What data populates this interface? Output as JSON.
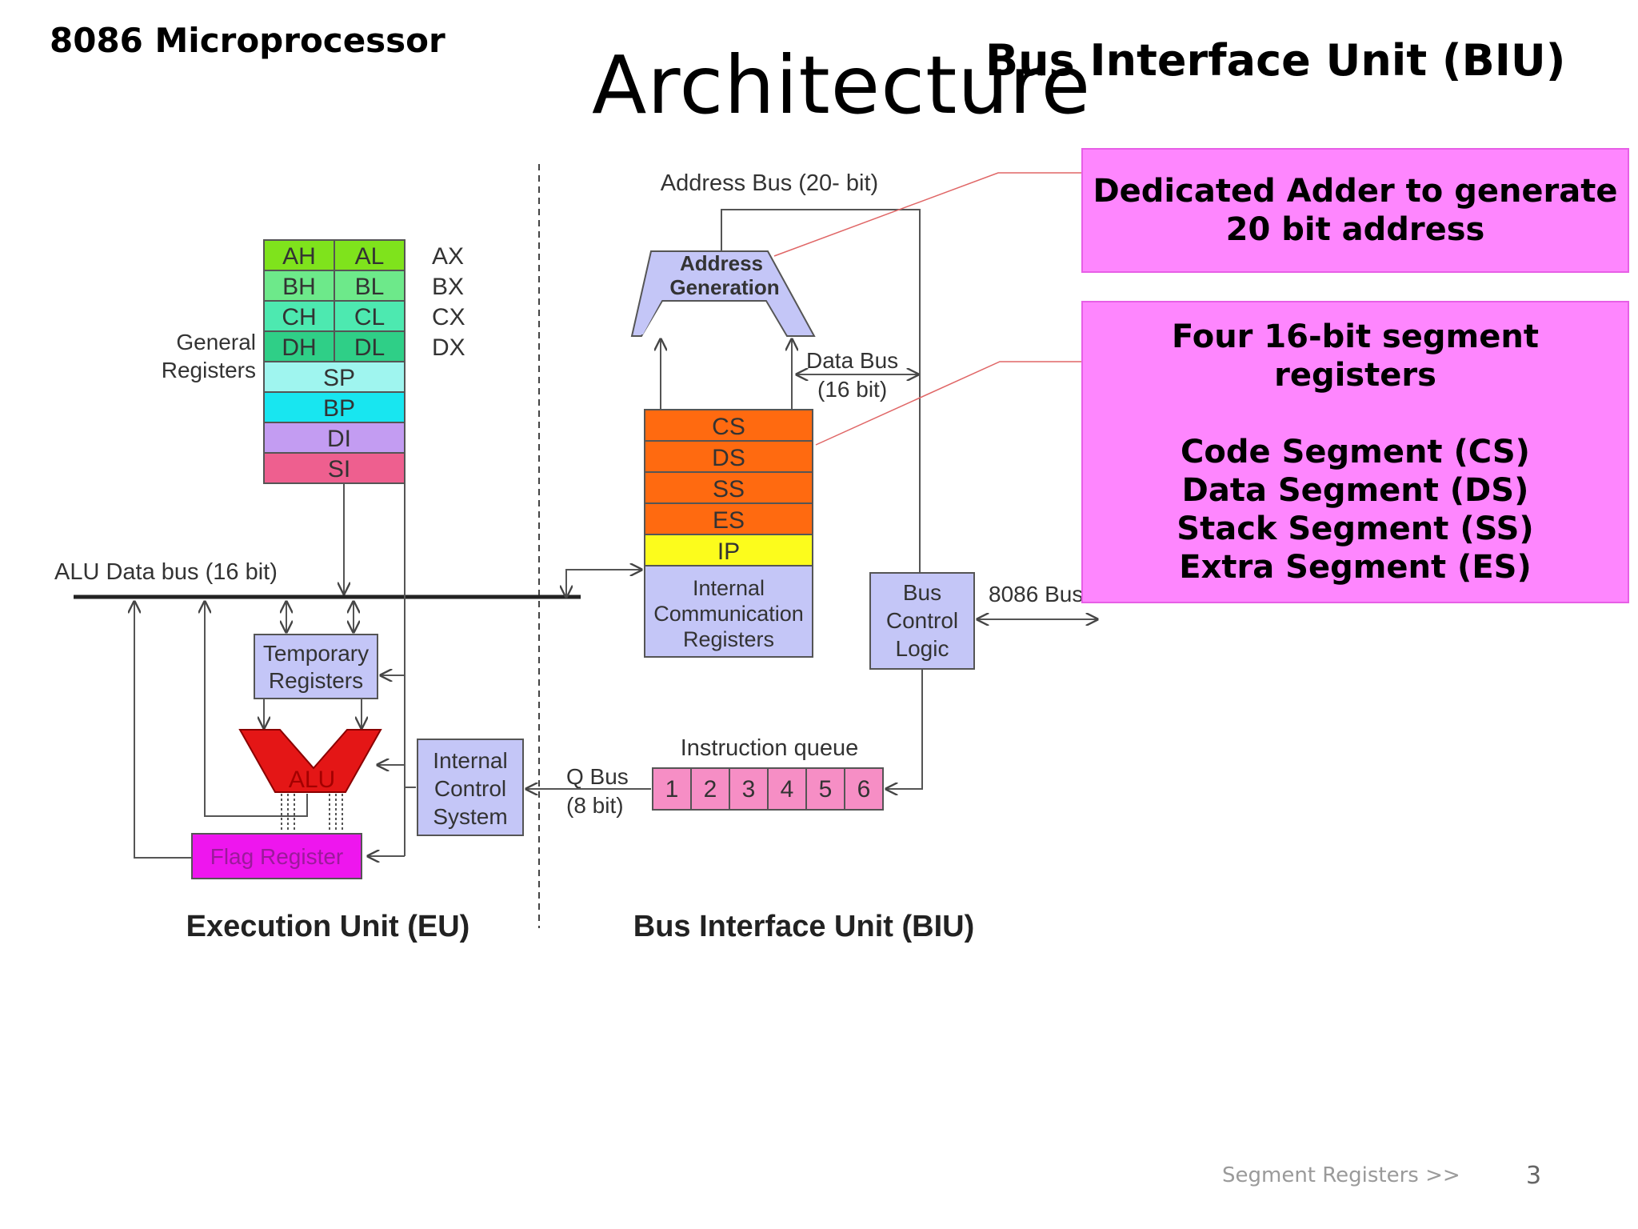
{
  "slide": {
    "topic": "8086 Microprocessor",
    "title": "Architecture",
    "subtitle": "Bus Interface Unit (BIU)",
    "footer_link": "Segment Registers >>",
    "page_number": "3"
  },
  "callouts": {
    "adder": {
      "lines": [
        "Dedicated Adder to generate",
        "20 bit address"
      ]
    },
    "segments": {
      "heading": [
        "Four 16-bit segment",
        "registers"
      ],
      "items": [
        "Code Segment (CS)",
        "Data Segment (DS)",
        "Stack Segment (SS)",
        "Extra Segment (ES)"
      ]
    }
  },
  "diagram": {
    "general_registers_label": [
      "General",
      "Registers"
    ],
    "register_pairs": [
      {
        "high": "AH",
        "low": "AL",
        "name": "AX",
        "color": "#7fe31c"
      },
      {
        "high": "BH",
        "low": "BL",
        "name": "BX",
        "color": "#6de98a"
      },
      {
        "high": "CH",
        "low": "CL",
        "name": "CX",
        "color": "#4de9b0"
      },
      {
        "high": "DH",
        "low": "DL",
        "name": "DX",
        "color": "#2fcf87"
      }
    ],
    "pointer_registers": [
      {
        "label": "SP",
        "color": "#9ff5ef"
      },
      {
        "label": "BP",
        "color": "#18e6f0"
      },
      {
        "label": "DI",
        "color": "#c39cf2"
      },
      {
        "label": "SI",
        "color": "#ee5f8f"
      }
    ],
    "alu_bus_label": "ALU Data bus (16 bit)",
    "temporary_registers": [
      "Temporary",
      "Registers"
    ],
    "alu_label": "ALU",
    "flag_register": "Flag Register",
    "internal_control": [
      "Internal",
      "Control",
      "System"
    ],
    "q_bus": [
      "Q Bus",
      "(8 bit)"
    ],
    "instruction_queue_label": "Instruction queue",
    "queue_cells": [
      "1",
      "2",
      "3",
      "4",
      "5",
      "6"
    ],
    "address_bus_label": "Address Bus (20- bit)",
    "address_generation": [
      "Address",
      "Generation"
    ],
    "data_bus": [
      "Data Bus",
      "(16 bit)"
    ],
    "segment_registers": [
      {
        "label": "CS",
        "color": "#ff6a10"
      },
      {
        "label": "DS",
        "color": "#ff6a10"
      },
      {
        "label": "SS",
        "color": "#ff6a10"
      },
      {
        "label": "ES",
        "color": "#ff6a10"
      },
      {
        "label": "IP",
        "color": "#fcfc1c"
      }
    ],
    "internal_comm": [
      "Internal",
      "Communication",
      "Registers"
    ],
    "bus_control": [
      "Bus",
      "Control",
      "Logic"
    ],
    "bus_8086": "8086 Bus",
    "eu_label": "Execution Unit (EU)",
    "biu_label": "Bus Interface Unit (BIU)"
  }
}
